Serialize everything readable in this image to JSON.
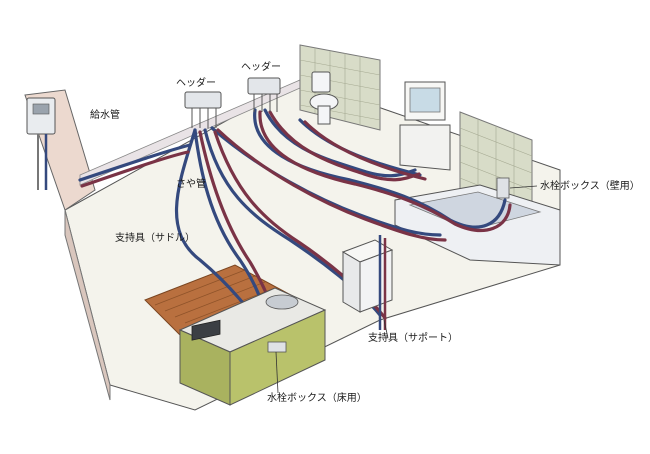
{
  "labels": {
    "header_left": "ヘッダー",
    "header_right": "ヘッダー",
    "water_supply_pipe": "給水管",
    "sheath_pipe": "さや管",
    "support_saddle": "支持具（サドル）",
    "faucet_box_wall": "水栓ボックス（壁用）",
    "support_support": "支持具（サポート）",
    "faucet_box_floor": "水栓ボックス（床用）"
  },
  "colors": {
    "pipe_blue": "#34497e",
    "pipe_red": "#7a3346",
    "floor": "#f4f3ec",
    "wall": "#ecd9cf",
    "tile": "#d8dcc8",
    "wood": "#b9703f",
    "cabinet": "#b9c26b"
  }
}
